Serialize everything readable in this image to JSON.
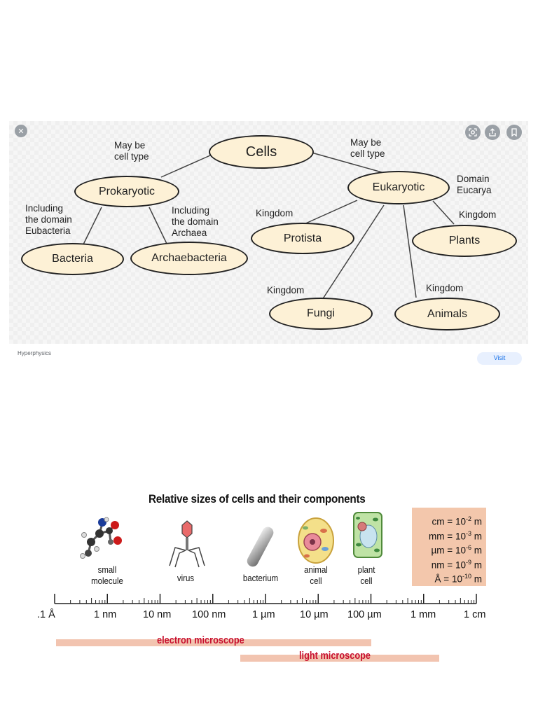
{
  "tree": {
    "nodes": {
      "cells": "Cells",
      "prokaryotic": "Prokaryotic",
      "eukaryotic": "Eukaryotic",
      "bacteria": "Bacteria",
      "archaebacteria": "Archaebacteria",
      "protista": "Protista",
      "plants": "Plants",
      "fungi": "Fungi",
      "animals": "Animals"
    },
    "edge_labels": {
      "may_be_left": "May be\ncell type",
      "may_be_right": "May be\ncell type",
      "eubacteria": "Including\nthe domain\nEubacteria",
      "archaea": "Including\nthe domain\nArchaea",
      "eucarya": "Domain\nEucarya",
      "kingdom_protista": "Kingdom",
      "kingdom_plants": "Kingdom",
      "kingdom_fungi": "Kingdom",
      "kingdom_animals": "Kingdom"
    },
    "source": "Hyperphysics",
    "visit": "Visit"
  },
  "sizes_figure": {
    "title": "Relative sizes of cells and their components",
    "items": [
      {
        "label": "small\nmolecule",
        "icon": "molecule-icon"
      },
      {
        "label": "virus",
        "icon": "virus-icon"
      },
      {
        "label": "bacterium",
        "icon": "bacterium-icon"
      },
      {
        "label": "animal\ncell",
        "icon": "animal-cell-icon"
      },
      {
        "label": "plant\ncell",
        "icon": "plant-cell-icon"
      }
    ],
    "scale_ticks": [
      ".1 Å",
      "1 nm",
      "10 nm",
      "100 nm",
      "1 µm",
      "10 µm",
      "100 µm",
      "1 mm",
      "1 cm"
    ],
    "units": [
      {
        "unit": "cm",
        "exp": "-2"
      },
      {
        "unit": "mm",
        "exp": "-3"
      },
      {
        "unit": "µm",
        "exp": "-6"
      },
      {
        "unit": "nm",
        "exp": "-9"
      },
      {
        "unit": "Å",
        "exp": "-10"
      }
    ],
    "unit_base": "10",
    "unit_suffix": "m",
    "electron_microscope": "electron microscope",
    "light_microscope": "light microscope",
    "colors": {
      "band": "#f2c4b0",
      "band_text": "#c8102e",
      "units_bg": "#f3c7ac"
    }
  }
}
